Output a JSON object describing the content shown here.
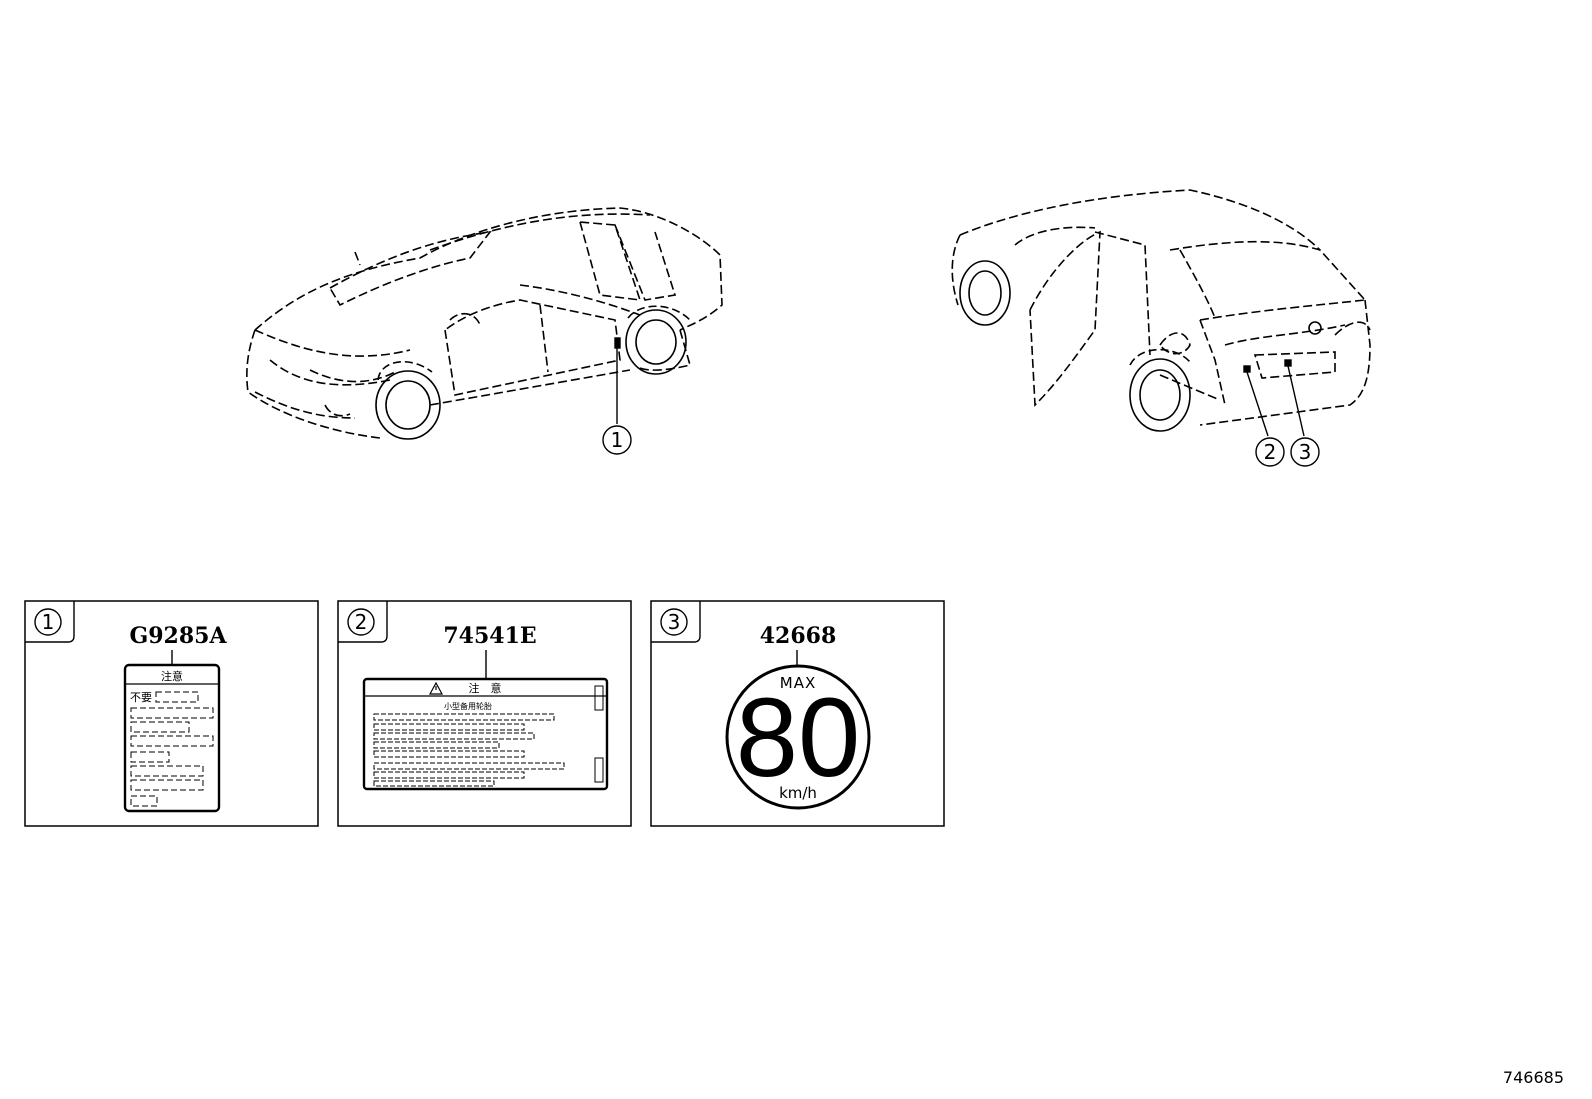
{
  "callouts": {
    "c1": "1",
    "c2": "2",
    "c3": "3"
  },
  "panels": [
    {
      "num": "1",
      "part_number": "G9285A",
      "caution_title": "注意",
      "row_text": "不要"
    },
    {
      "num": "2",
      "part_number": "74541E",
      "warning_title": "注　意",
      "subtitle": "小型备用轮胎"
    },
    {
      "num": "3",
      "part_number": "42668",
      "max_label": "MAX",
      "speed_value": "80",
      "unit": "km/h"
    }
  ],
  "diagram_id": "746685",
  "icons": [
    "warning-triangle-icon",
    "circled-number-icon"
  ]
}
